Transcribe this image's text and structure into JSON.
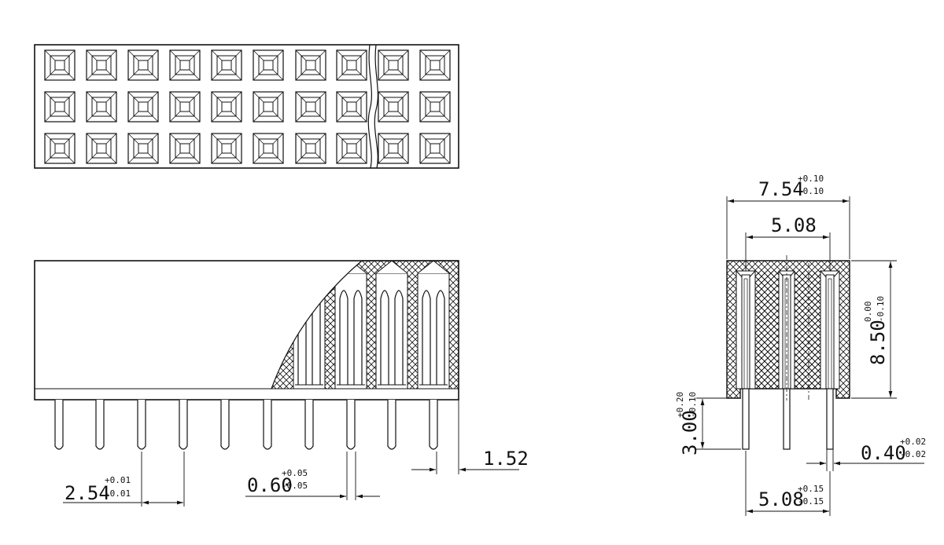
{
  "drawing": {
    "pin_pitch": {
      "value": "2.54",
      "tol_plus": "+0.01",
      "tol_minus": "-0.01"
    },
    "pin_width_front": {
      "value": "0.60",
      "tol_plus": "+0.05",
      "tol_minus": "-0.05"
    },
    "end_offset": {
      "value": "1.52"
    },
    "body_width": {
      "value": "7.54",
      "tol_plus": "+0.10",
      "tol_minus": "-0.10"
    },
    "row_spacing_top": {
      "value": "5.08"
    },
    "body_height": {
      "value": "8.50",
      "tol_plus": "0.00",
      "tol_minus": "-0.10"
    },
    "tail_length": {
      "value": "3.00",
      "tol_plus": "+0.20",
      "tol_minus": "-0.10"
    },
    "pin_width_side": {
      "value": "0.40",
      "tol_plus": "+0.02",
      "tol_minus": "-0.02"
    },
    "row_spacing_bottom": {
      "value": "5.08",
      "tol_plus": "+0.15",
      "tol_minus": "-0.15"
    }
  },
  "colors": {
    "line": "#111111",
    "background": "#ffffff"
  }
}
